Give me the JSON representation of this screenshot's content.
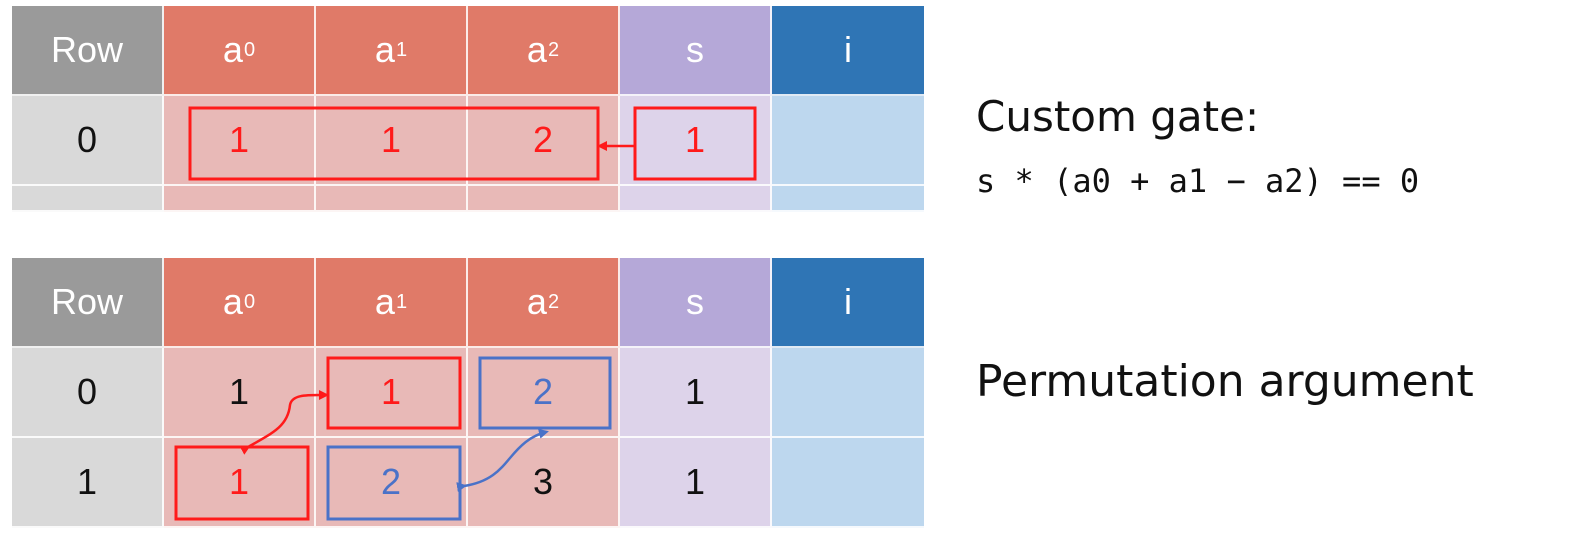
{
  "colors": {
    "header_row": "#9a9a9a",
    "header_advice": "#e07a68",
    "header_selector": "#b5a8d8",
    "header_instance": "#2f75b5",
    "cell_row": "#d9d9d9",
    "cell_advice": "#e8b9b7",
    "cell_selector": "#ddd3ea",
    "cell_instance": "#bdd7ee",
    "highlight_red": "#ff1a1a",
    "highlight_blue": "#4a72c8"
  },
  "headers": {
    "row": "Row",
    "a0": "a",
    "a0_sub": "0",
    "a1": "a",
    "a1_sub": "1",
    "a2": "a",
    "a2_sub": "2",
    "s": "s",
    "i": "i"
  },
  "top_table": {
    "rows": [
      {
        "row": "0",
        "a0": "1",
        "a1": "1",
        "a2": "2",
        "s": "1",
        "i": ""
      }
    ]
  },
  "bottom_table": {
    "rows": [
      {
        "row": "0",
        "a0": "1",
        "a1": "1",
        "a2": "2",
        "s": "1",
        "i": ""
      },
      {
        "row": "1",
        "a0": "1",
        "a1": "2",
        "a2": "3",
        "s": "1",
        "i": ""
      }
    ]
  },
  "labels": {
    "gate_title": "Custom gate:",
    "gate_expr": "s * (a0 + a1 − a2) == 0",
    "permutation": "Permutation argument"
  }
}
